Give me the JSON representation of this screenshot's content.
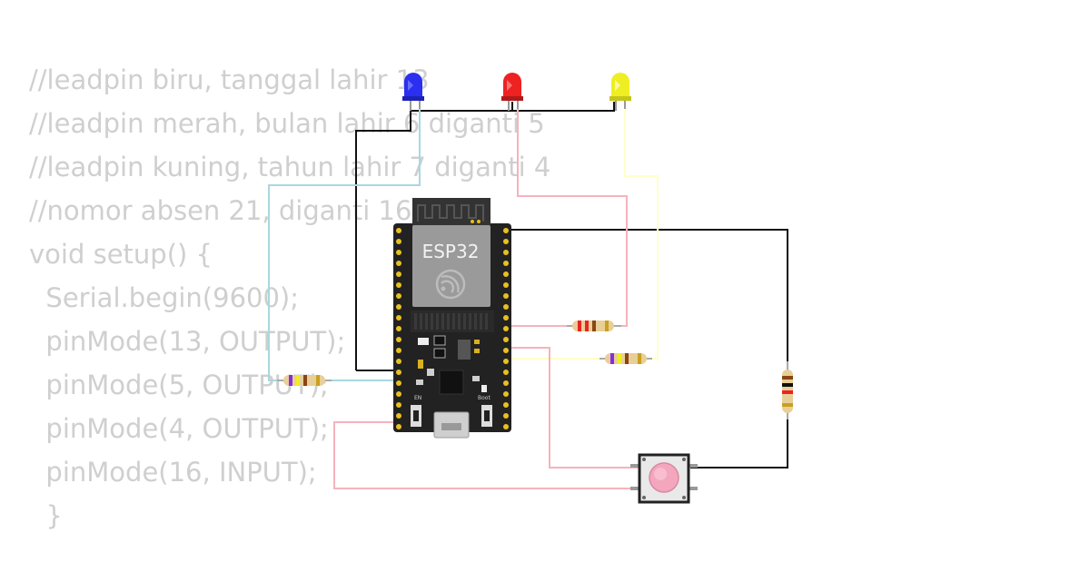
{
  "code_lines": [
    "//leadpin biru, tanggal lahir 13",
    "//leadpin merah, bulan lahir 6 diganti 5",
    "//leadpin kuning, tahun lahir 7 diganti 4",
    "//nomor absen 21, diganti 16",
    "void setup() {",
    "  Serial.begin(9600);",
    "  pinMode(13, OUTPUT);",
    "  pinMode(5, OUTPUT);",
    "  pinMode(4, OUTPUT);",
    "  pinMode(16, INPUT);",
    "  }"
  ],
  "board": {
    "label": "ESP32",
    "en_label": "EN",
    "boot_label": "Boot"
  },
  "colors": {
    "wire_gnd": "#111111",
    "wire_blue": "#a8d8de",
    "wire_red": "#f5b3bc",
    "wire_yellow": "#ffffc8",
    "led_blue": "#2a2ff0",
    "led_red": "#ee2222",
    "led_yellow": "#eeee22",
    "board": "#222222",
    "button_cap": "#f4a6bd"
  },
  "icons": [
    "led-blue-icon",
    "led-red-icon",
    "led-yellow-icon",
    "resistor-icon",
    "pushbutton-icon",
    "esp32-logo-icon"
  ]
}
